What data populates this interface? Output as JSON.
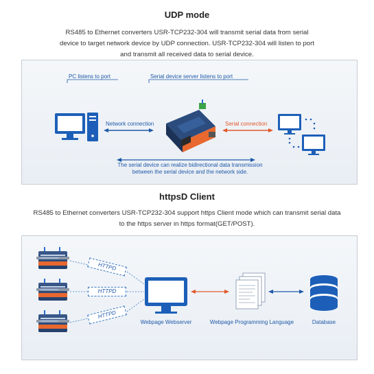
{
  "udp": {
    "title": "UDP mode",
    "description_lines": [
      "RS485 to Ethernet converters USR-TCP232-304 will transmit serial data from serial",
      "device to target network device by UDP connection. USR-TCP232-304 will listen to port",
      "and transmit all received data to serial device."
    ],
    "pc_listens": "PC listens to port",
    "server_listens": "Serial device server listens to port",
    "network_connection": "Network connection",
    "serial_connection": "Serial connection",
    "bidirectional_lines": [
      "The serial device can realize bidirectional data transmission",
      "between the serial device and the network side."
    ]
  },
  "https": {
    "title": "httpsD Client",
    "description_lines": [
      "RS485 to Ethernet converters USR-TCP232-304 support https Client mode which can transmit serial data",
      "to the https server in https format(GET/POST)."
    ],
    "httpd_labels": [
      "HTTPD",
      "HTTPD",
      "HTTPD"
    ],
    "webserver_label": "Webpage Webserver",
    "programming_label": "Webpage Programming Language",
    "database_label": "Database"
  },
  "colors": {
    "blue_accent": "#1f58a8",
    "orange_accent": "#e2572a",
    "panel_border": "#c8ccd2"
  }
}
